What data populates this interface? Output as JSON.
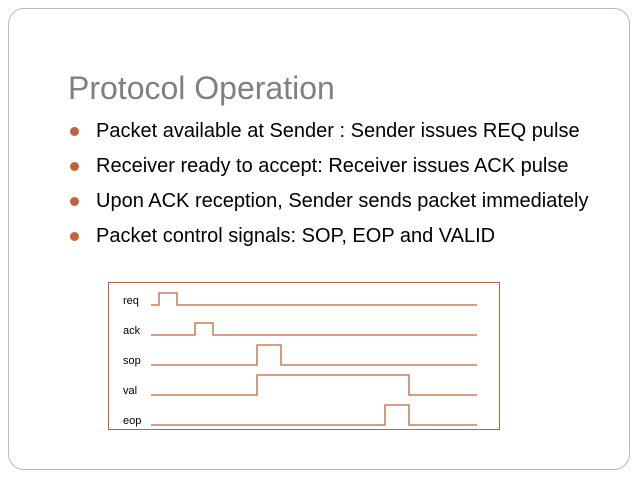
{
  "slide": {
    "title": "Protocol Operation",
    "bullets": [
      "Packet available at Sender : Sender issues REQ pulse",
      "Receiver ready to accept:  Receiver issues ACK pulse",
      "Upon ACK reception, Sender sends packet immediately",
      "Packet control signals: SOP, EOP and VALID"
    ],
    "bullet_color": "#c0633a",
    "title_color": "#808080",
    "frame_color": "#b9b9b9"
  },
  "timing_diagram": {
    "line_color": "#c0633a",
    "signals": [
      {
        "label": "req"
      },
      {
        "label": "ack"
      },
      {
        "label": "sop"
      },
      {
        "label": "val"
      },
      {
        "label": "eop"
      }
    ]
  }
}
